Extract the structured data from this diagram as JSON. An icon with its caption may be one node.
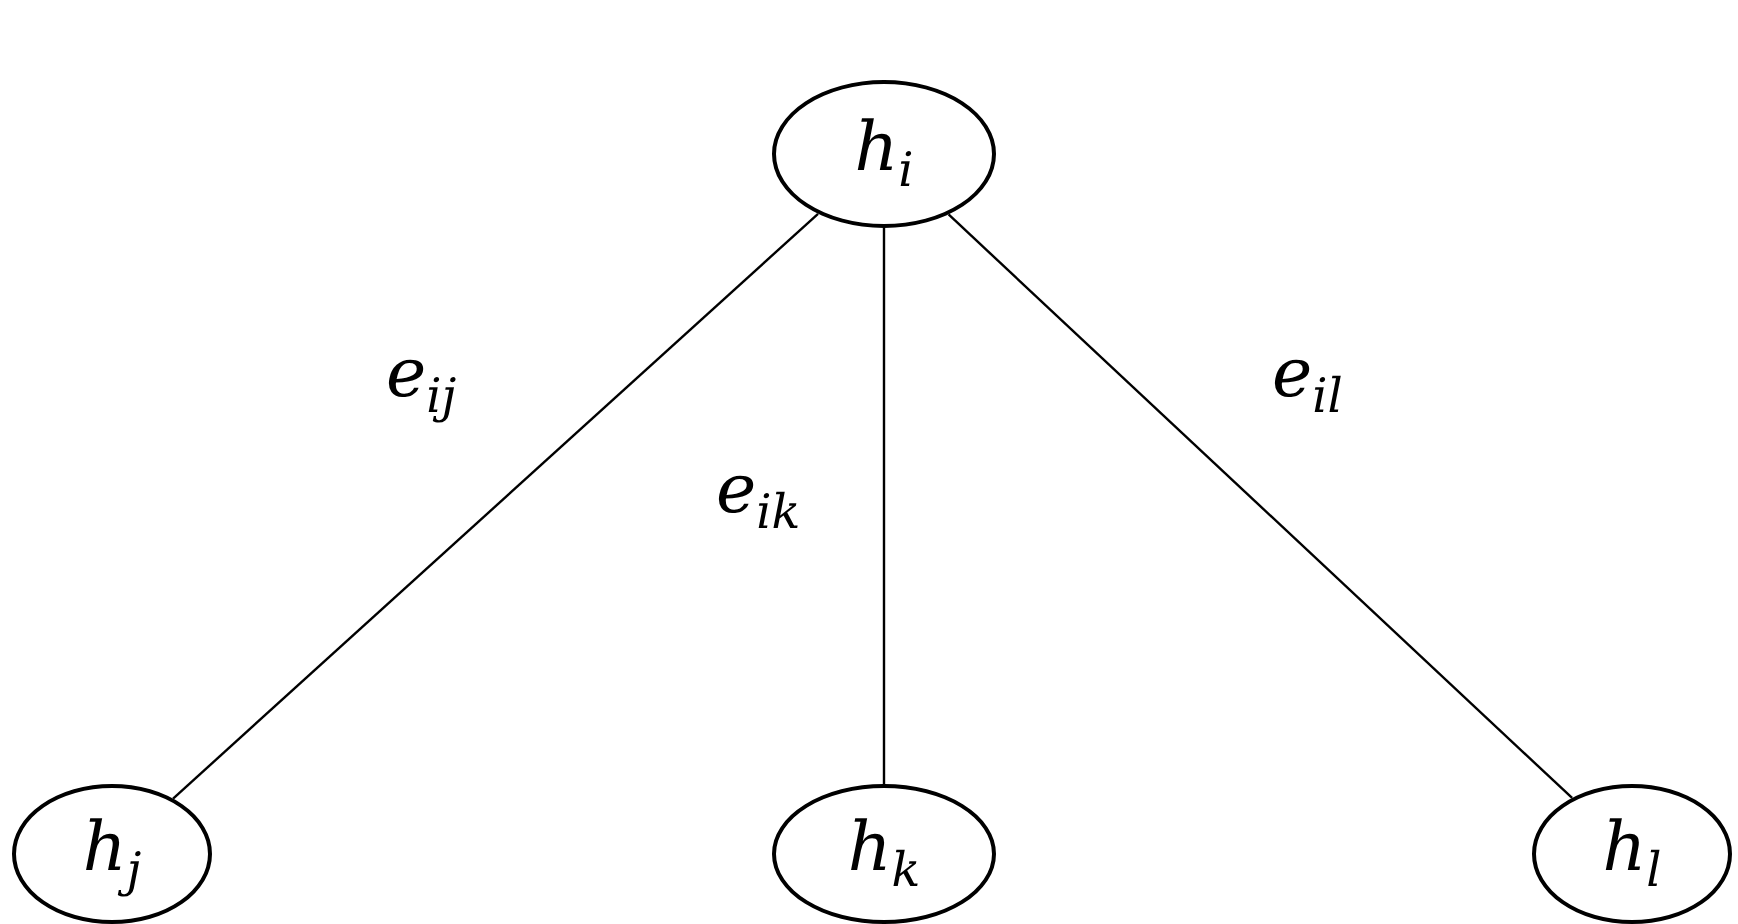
{
  "diagram": {
    "nodes": [
      {
        "text": [
          "h$_{i}$"
        ]
      },
      {
        "text": [
          "h$_{j}$"
        ]
      },
      {
        "text": [
          "h$_{k}$"
        ]
      },
      {
        "text": [
          "h$_{l}$"
        ]
      }
    ],
    "edges": [
      {
        "from": 0,
        "to": 1,
        "arrow": "none",
        "label": "e$_{ij}$"
      },
      {
        "from": 0,
        "to": 2,
        "arrow": "none",
        "label": "e$_{ik}$"
      },
      {
        "from": 0,
        "to": 3,
        "arrow": "none",
        "label": "e$_{il}$"
      }
    ]
  }
}
